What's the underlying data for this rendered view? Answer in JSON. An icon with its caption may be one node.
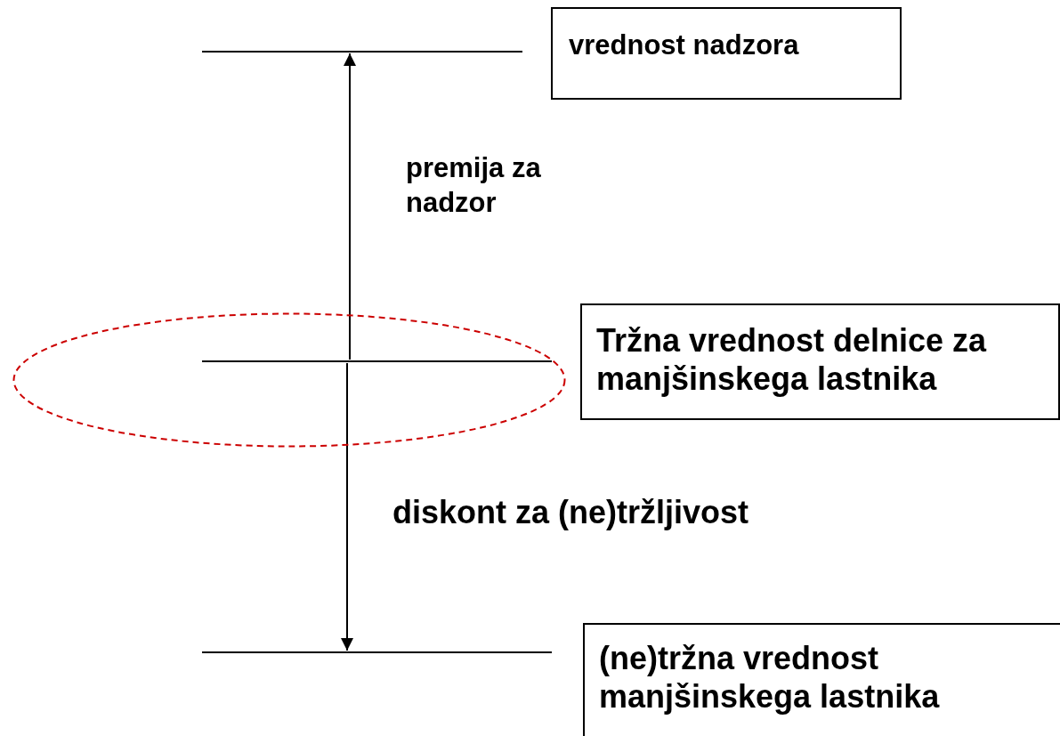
{
  "diagram": {
    "nodes": [
      {
        "text": [],
        "shape": "line"
      },
      {
        "text": [
          "vrednost nadzora"
        ]
      },
      {
        "text": [],
        "shape": "ellipse"
      },
      {
        "text": [],
        "shape": "line",
        "in": 2
      },
      {
        "text": [
          "Tržna vrednost delnice za manjšinskega lastnika"
        ]
      },
      {
        "text": [],
        "shape": "line"
      },
      {
        "text": [
          "(ne)tržna vrednost manjšinskega lastnika"
        ]
      }
    ],
    "edges": [
      {
        "from": 3,
        "to": 0,
        "arrow": "to",
        "label": "premija za nadzor"
      },
      {
        "from": 3,
        "to": 5,
        "arrow": "to",
        "label": "diskont za (ne)tržljivost"
      }
    ]
  }
}
